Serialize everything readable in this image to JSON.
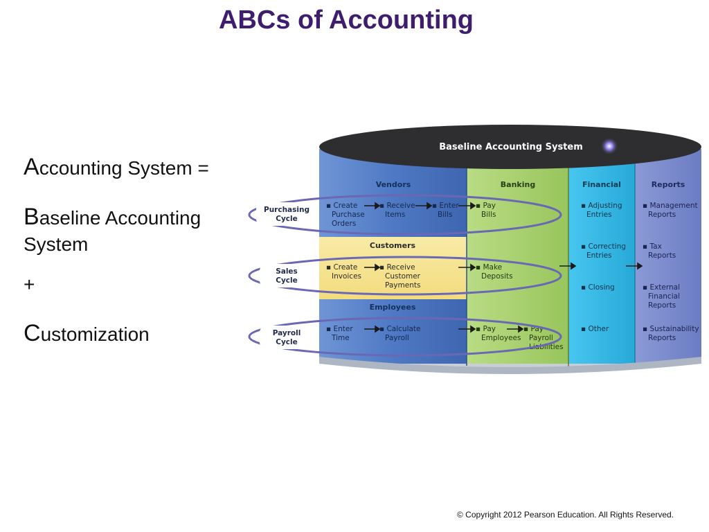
{
  "title": "ABCs of Accounting",
  "equation": {
    "line1_cap": "A",
    "line1_rest": "ccounting System =",
    "line2_cap": "B",
    "line2_rest": "aseline Accounting",
    "line3": "System",
    "plus": "+",
    "line4_cap": "C",
    "line4_rest": "ustomization"
  },
  "diagram": {
    "title": "Baseline Accounting System",
    "columns": {
      "vendors": "Vendors",
      "banking": "Banking",
      "financial": "Financial",
      "reports": "Reports",
      "customers": "Customers",
      "employees": "Employees"
    },
    "cycles": {
      "purchasing": [
        "Purchasing",
        "Cycle"
      ],
      "sales": [
        "Sales",
        "Cycle"
      ],
      "payroll": [
        "Payroll",
        "Cycle"
      ]
    },
    "vendors_items": {
      "create_po": [
        "▪ Create",
        "Purchase",
        "Orders"
      ],
      "receive_items": [
        "▪ Receive",
        "Items"
      ],
      "enter_bills": [
        "▪ Enter",
        "Bills"
      ]
    },
    "customers_items": {
      "create_invoices": [
        "▪ Create",
        "Invoices"
      ],
      "receive_payments": [
        "▪ Receive",
        "Customer",
        "Payments"
      ]
    },
    "employees_items": {
      "enter_time": [
        "▪ Enter",
        "Time"
      ],
      "calc_payroll": [
        "▪ Calculate",
        "Payroll"
      ]
    },
    "banking_items": {
      "pay_bills": [
        "▪ Pay",
        "Bills"
      ],
      "make_deposits": [
        "▪ Make",
        "Deposits"
      ],
      "pay_employees": [
        "▪ Pay",
        "Employees"
      ],
      "pay_liabilities": [
        "▪ Pay",
        "Payroll",
        "Liabilities"
      ]
    },
    "financial_items": {
      "adjusting": [
        "▪ Adjusting",
        "Entries"
      ],
      "correcting": [
        "▪ Correcting",
        "Entries"
      ],
      "closing": [
        "▪ Closing"
      ],
      "other": [
        "▪ Other"
      ]
    },
    "reports_items": {
      "management": [
        "▪ Management",
        "Reports"
      ],
      "tax": [
        "▪ Tax",
        "Reports"
      ],
      "external": [
        "▪ External",
        "Financial",
        "Reports"
      ],
      "sustainability": [
        "▪ Sustainability",
        "Reports"
      ]
    }
  },
  "copyright": "© Copyright 2012 Pearson Education. All Rights Reserved.",
  "colors": {
    "title": "#3f1d6e",
    "vendors": "#4f79c4",
    "customers": "#f6e493",
    "banking": "#a6d06a",
    "financial": "#33b8e6",
    "reports": "#7e8ed0",
    "cycle_ring": "#6a68b4"
  }
}
